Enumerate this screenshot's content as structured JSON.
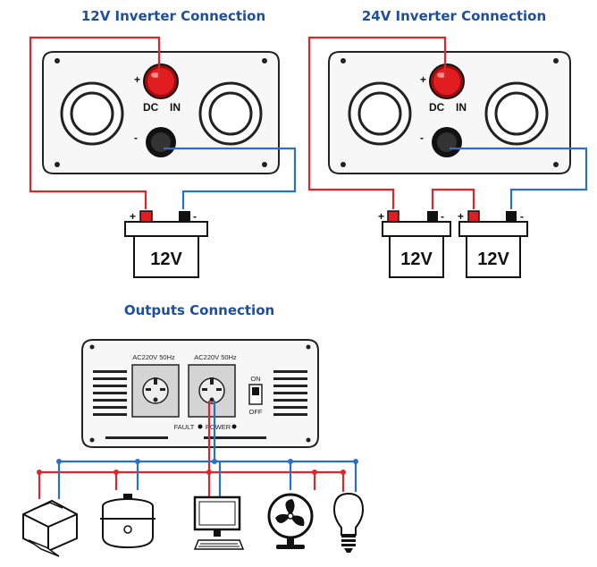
{
  "titles": {
    "left": "12V Inverter Connection",
    "right": "24V Inverter Connection",
    "outputs": "Outputs Connection"
  },
  "inverter": {
    "plus": "+",
    "minus": "-",
    "dc": "DC",
    "in": "IN"
  },
  "batteries": {
    "b12": "12V",
    "b24a": "12V",
    "b24b": "12V",
    "plus": "+",
    "minus": "-"
  },
  "output_panel": {
    "socket1": "AC220V 50Hz",
    "socket2": "AC220V 50Hz",
    "on": "ON",
    "off": "OFF",
    "fault": "FAULT",
    "power": "POWER"
  },
  "colors": {
    "positive": "#e0242a",
    "negative": "#2a6fc9",
    "title": "#1f4e9c"
  },
  "devices": [
    "printer-icon",
    "rice-cooker-icon",
    "computer-icon",
    "fan-icon",
    "light-bulb-icon"
  ]
}
